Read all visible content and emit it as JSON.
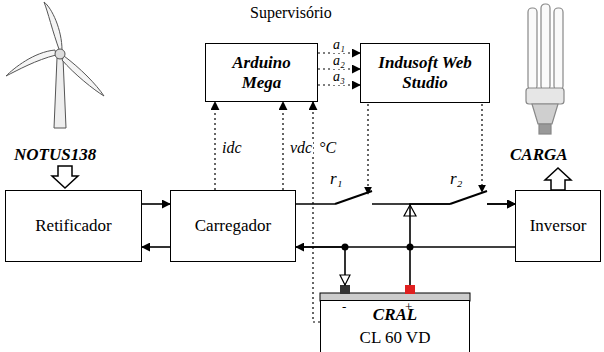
{
  "diagram": {
    "nodes": [
      {
        "text": [
          "Arduino Mega"
        ]
      },
      {
        "text": [
          "Indusoft Web Studio"
        ]
      },
      {
        "text": [
          "Retificador"
        ]
      },
      {
        "text": [
          "Carregador"
        ]
      },
      {
        "text": [
          "Inversor"
        ]
      },
      {
        "text": [
          "CRAL",
          "CL 60 VD"
        ]
      }
    ],
    "edges": [
      {
        "from": 0,
        "to": 1,
        "arrow": "to",
        "label": "a₁"
      },
      {
        "from": 0,
        "to": 1,
        "arrow": "to",
        "label": "a₂"
      },
      {
        "from": 0,
        "to": 1,
        "arrow": "to",
        "label": "a₃"
      },
      {
        "from": 3,
        "to": 0,
        "arrow": "to",
        "label": "idc"
      },
      {
        "from": 3,
        "to": 0,
        "arrow": "to",
        "label": "vdc"
      },
      {
        "from": 5,
        "to": 0,
        "arrow": "to",
        "label": "°C"
      },
      {
        "from": 2,
        "to": 3,
        "arrow": "to"
      },
      {
        "from": 3,
        "to": 2,
        "arrow": "to"
      },
      {
        "from": 3,
        "to": 4,
        "arrow": "to"
      },
      {
        "from": 4,
        "to": 3,
        "arrow": "to"
      },
      {
        "from": 3,
        "to": 5,
        "arrow": "to"
      },
      {
        "from": 5,
        "to": 4,
        "arrow": "to"
      }
    ],
    "labels": [
      "Supervisório",
      "NOTUS138",
      "CARGA",
      "r₁",
      "r₂",
      "-",
      "+"
    ]
  }
}
